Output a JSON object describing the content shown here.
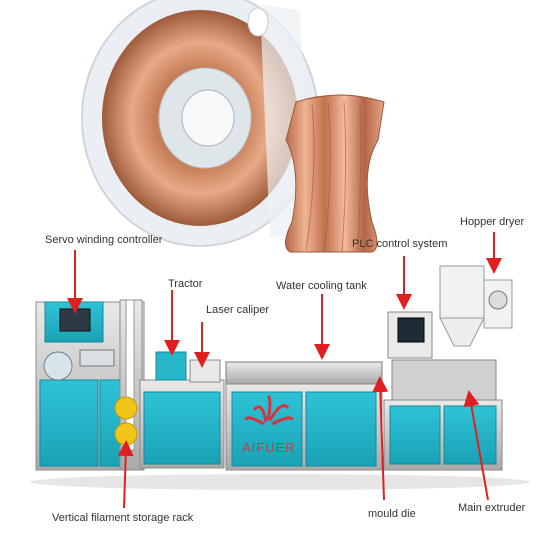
{
  "labels": {
    "servo": "Servo winding controller",
    "tractor": "Tractor",
    "laser": "Laser caliper",
    "cooling": "Water cooling tank",
    "plc": "PLC control system",
    "hopper": "Hopper dryer",
    "storage": "Vertical filament storage rack",
    "mould": "mould die",
    "extruder": "Main extruder"
  },
  "brand": "AIFUER",
  "colors": {
    "cabinet": "#1fb0c4",
    "frame": "#c9c9c9",
    "copper": "#c9805a",
    "arrow": "#e02020",
    "accent": "#e23b3b"
  }
}
